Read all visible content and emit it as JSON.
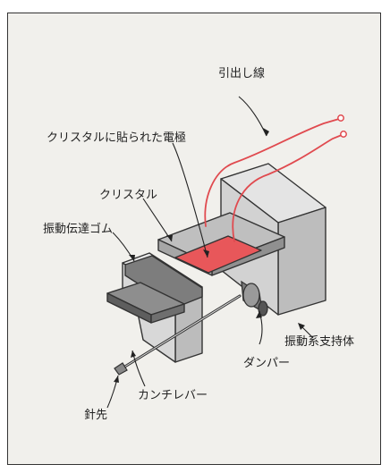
{
  "labels": {
    "lead_wire": "引出し線",
    "electrode": "クリスタルに貼られた電極",
    "crystal": "クリスタル",
    "vibration_rubber": "振動伝達ゴム",
    "support": "振動系支持体",
    "damper": "ダンパー",
    "cantilever": "カンチレバー",
    "stylus_tip": "針先"
  },
  "colors": {
    "electrode": "#e8575a",
    "lead_wire": "#e04a4f",
    "frame_background": "#f1f0ec",
    "outline": "#333333"
  }
}
